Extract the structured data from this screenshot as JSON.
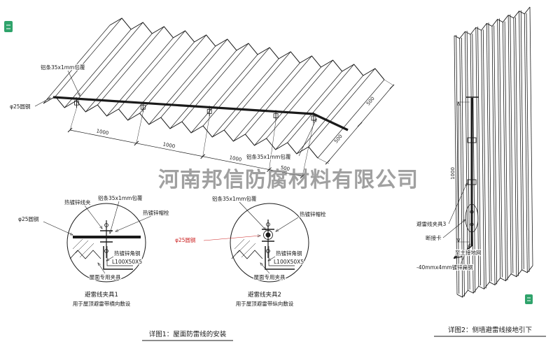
{
  "watermark": "河南邦信防腐材料有限公司",
  "colors": {
    "line": "#1a1a1a",
    "red_label": "#cc2222",
    "watermark_gray": "#8c8c8c",
    "stamp_green": "#2fa36b"
  },
  "roof": {
    "label_alum_top": "铝条35x1mm包覆",
    "label_round_steel": "φ25圆钢",
    "label_alum_right": "铝条35x1mm包覆",
    "dims_bottom": [
      "1000",
      "1000",
      "1000",
      "500"
    ],
    "dims_right": [
      "500",
      "500"
    ]
  },
  "detail1": {
    "title": "避雷线夹具1",
    "subtitle": "用于屋顶避雷带横向敷设",
    "labels": {
      "wire_clamp": "热镀锌线夹",
      "alum_strip": "铝条35x1mm包覆",
      "bolt": "热镀锌帽栓",
      "round_steel": "φ25圆钢",
      "angle_steel": "热镀锌角钢",
      "angle_spec": "L100X50X5",
      "roof_clamp": "屋面专用夹具"
    }
  },
  "detail2": {
    "title": "避雷线夹具2",
    "subtitle": "用于屋顶避雷带纵向敷设",
    "labels": {
      "alum_strip": "铝条35x1mm包覆",
      "bolt": "热镀锌帽栓",
      "round_steel": "φ25圆钢",
      "angle_steel": "热镀锌角钢",
      "angle_spec": "L100X50X5",
      "roof_clamp": "屋面专用夹具"
    }
  },
  "wall": {
    "dim_vertical": "1000",
    "labels": {
      "clamp3": "避雷线夹具3",
      "disconnect": "断接卡",
      "to_ground": "至主接地网",
      "flat_steel": "-40mmx4mm镀锌扁钢"
    }
  },
  "captions": {
    "detail1": "详图1：屋面防雷线的安装",
    "detail2": "详图2：侧墙避雷线接地引下"
  }
}
